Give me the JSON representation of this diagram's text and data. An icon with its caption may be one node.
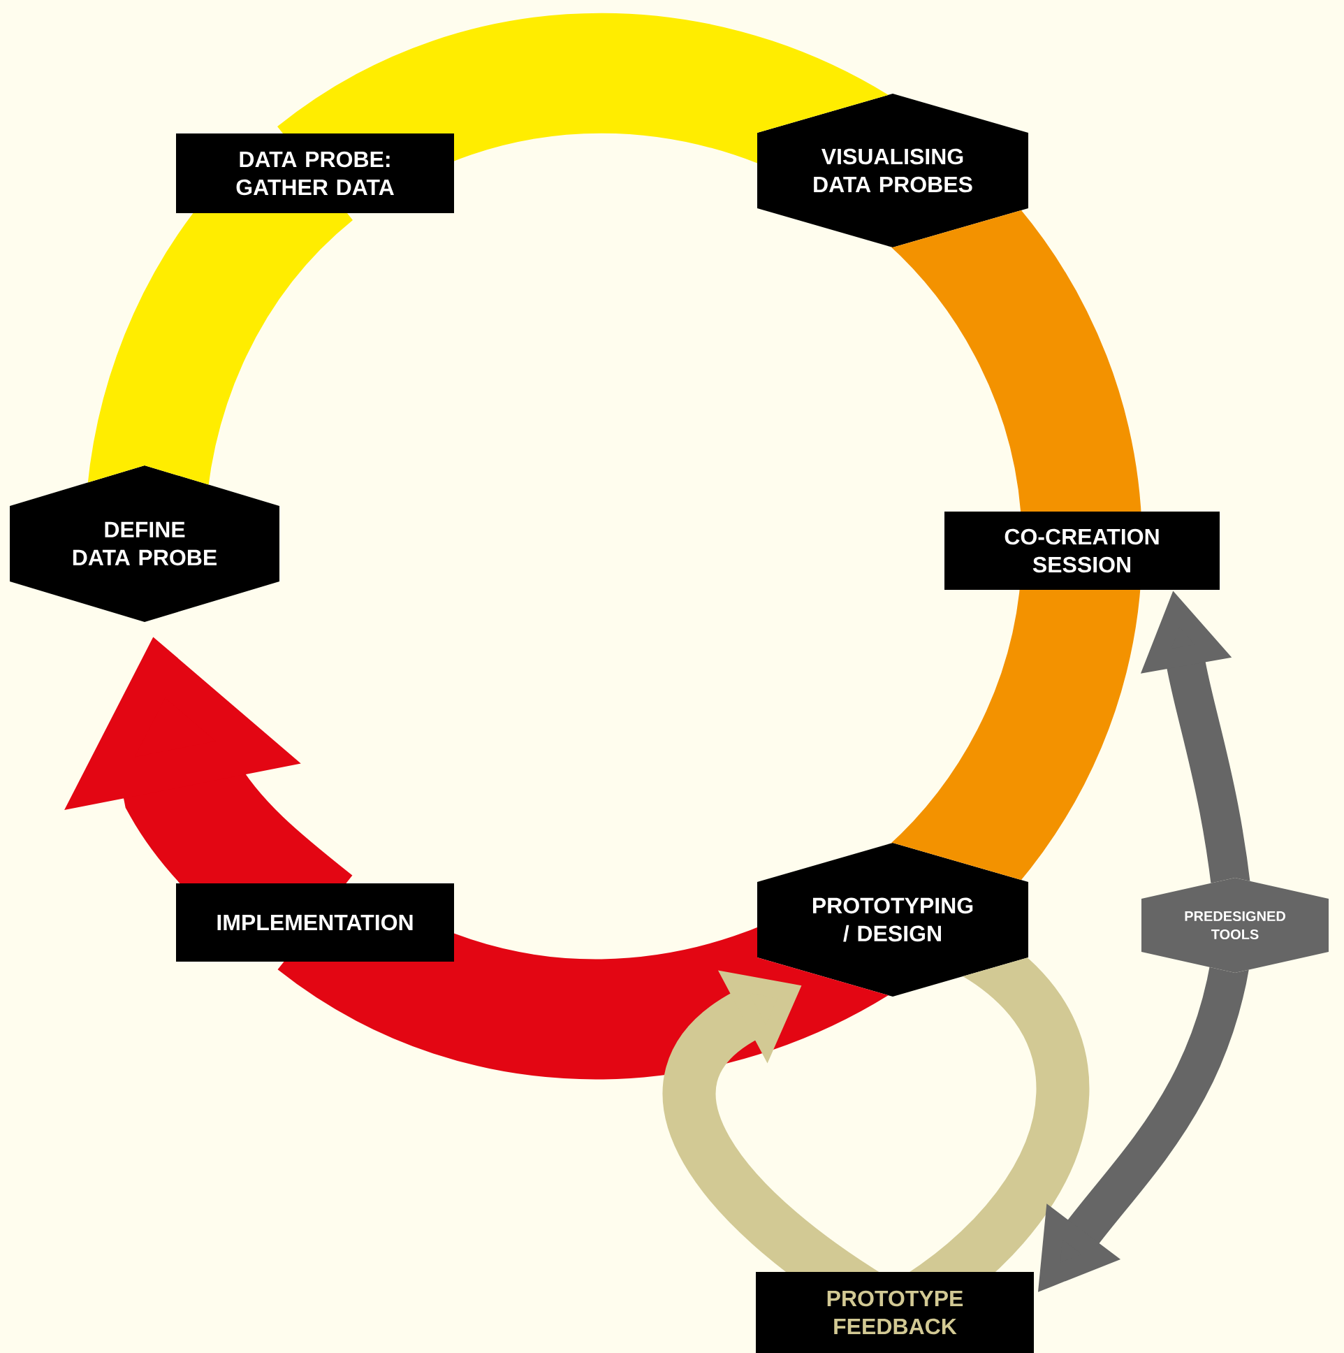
{
  "diagram": {
    "nodes": [
      {
        "text": [
          "DEFINE DATA PROBE"
        ]
      },
      {
        "text": [
          "DATA PROBE: GATHER DATA"
        ]
      },
      {
        "text": [
          "VISUALISING DATA PROBES"
        ]
      },
      {
        "text": [
          "CO-CREATION SESSION"
        ]
      },
      {
        "text": [
          "PROTOTYPING / DESIGN"
        ]
      },
      {
        "text": [
          "IMPLEMENTATION"
        ]
      },
      {
        "text": [
          "PREDESIGNED TOOLS"
        ]
      },
      {
        "text": [
          "PROTOTYPE FEEDBACK"
        ]
      }
    ],
    "edges": [
      {
        "from": 0,
        "to": 1,
        "arrow": "none",
        "color": "#ffed00"
      },
      {
        "from": 1,
        "to": 2,
        "arrow": "none",
        "color": "#ffed00"
      },
      {
        "from": 2,
        "to": 3,
        "arrow": "none",
        "color": "#f39200"
      },
      {
        "from": 3,
        "to": 4,
        "arrow": "none",
        "color": "#f39200"
      },
      {
        "from": 4,
        "to": 5,
        "arrow": "none",
        "color": "#e30613"
      },
      {
        "from": 5,
        "to": 0,
        "arrow": "to",
        "color": "#e30613"
      },
      {
        "from": 4,
        "to": 7,
        "arrow": "none",
        "color": "#d2c994"
      },
      {
        "from": 7,
        "to": 4,
        "arrow": "to",
        "color": "#d2c994"
      },
      {
        "from": 6,
        "to": 3,
        "arrow": "to",
        "color": "#666666"
      },
      {
        "from": 6,
        "to": 7,
        "arrow": "to",
        "color": "#666666"
      }
    ]
  }
}
